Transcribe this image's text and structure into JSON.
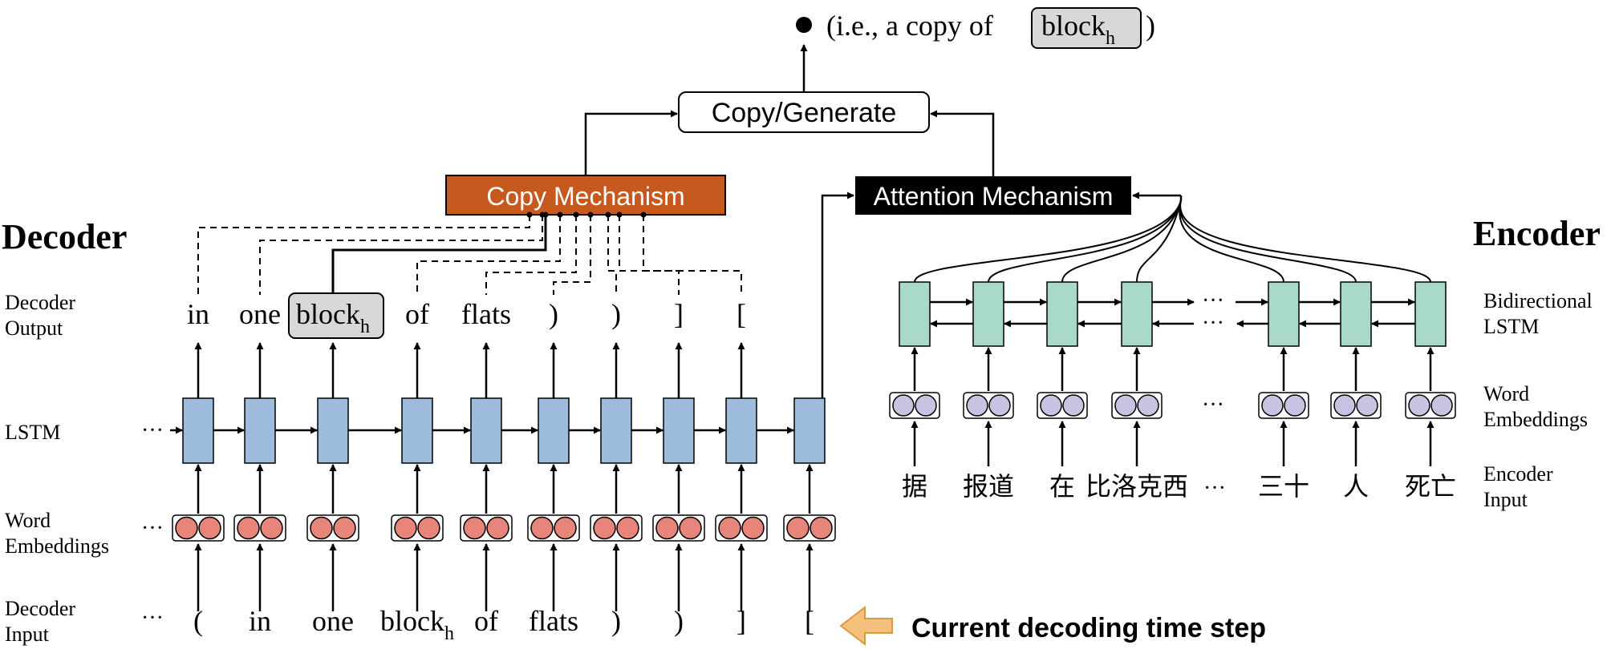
{
  "title": {
    "prefix": "(i.e., a copy of ",
    "token_base": "block",
    "token_sub": "h",
    "suffix": ")"
  },
  "copy_generate": "Copy/Generate",
  "copy_mechanism": "Copy Mechanism",
  "attention_mechanism": "Attention Mechanism",
  "decoder": {
    "title": "Decoder",
    "labels": {
      "output": [
        "Decoder",
        "Output"
      ],
      "lstm": "LSTM",
      "embeddings": [
        "Word",
        "Embeddings"
      ],
      "input": [
        "Decoder",
        "Input"
      ]
    },
    "ellipsis": "···",
    "outputs": [
      {
        "base": "in",
        "sub": ""
      },
      {
        "base": "one",
        "sub": ""
      },
      {
        "base": "block",
        "sub": "h"
      },
      {
        "base": "of",
        "sub": ""
      },
      {
        "base": "flats",
        "sub": ""
      },
      {
        "base": ")",
        "sub": ""
      },
      {
        "base": ")",
        "sub": ""
      },
      {
        "base": "]",
        "sub": ""
      },
      {
        "base": "[",
        "sub": ""
      }
    ],
    "inputs": [
      {
        "base": "(",
        "sub": ""
      },
      {
        "base": "in",
        "sub": ""
      },
      {
        "base": "one",
        "sub": ""
      },
      {
        "base": "block",
        "sub": "h"
      },
      {
        "base": "of",
        "sub": ""
      },
      {
        "base": "flats",
        "sub": ""
      },
      {
        "base": ")",
        "sub": ""
      },
      {
        "base": ")",
        "sub": ""
      },
      {
        "base": "]",
        "sub": ""
      },
      {
        "base": "[",
        "sub": ""
      }
    ],
    "current_step": "Current decoding time step"
  },
  "encoder": {
    "title": "Encoder",
    "labels": {
      "lstm": [
        "Bidirectional",
        "LSTM"
      ],
      "embeddings": [
        "Word",
        "Embeddings"
      ],
      "input": [
        "Encoder",
        "Input"
      ]
    },
    "ellipsis": "···",
    "inputs": [
      "据",
      "报道",
      "在",
      "比洛克西",
      "三十",
      "人",
      "死亡"
    ]
  },
  "colors": {
    "decoder_lstm": "#9dbcdb",
    "embedding_dot_decoder": "#e8857a",
    "encoder_lstm": "#a8d9cb",
    "embedding_dot_encoder": "#c8c3e3",
    "copy_mechanism": "#c65a1e",
    "attention_mechanism": "#000000",
    "highlight": "#d8d8d8",
    "arrow_fill": "#f4c07c",
    "arrow_stroke": "#d89a3c"
  }
}
